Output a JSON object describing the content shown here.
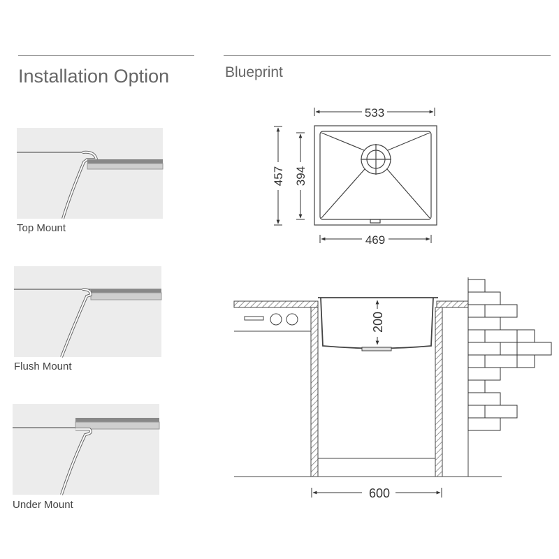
{
  "installation": {
    "title": "Installation Option",
    "options": [
      {
        "label": "Top Mount"
      },
      {
        "label": "Flush Mount"
      },
      {
        "label": "Under Mount"
      }
    ]
  },
  "blueprint": {
    "title": "Blueprint",
    "dimensions": {
      "outer_width": "533",
      "outer_depth": "457",
      "inner_depth": "394",
      "inner_width": "469",
      "bowl_depth": "200",
      "cabinet_width": "600"
    }
  }
}
